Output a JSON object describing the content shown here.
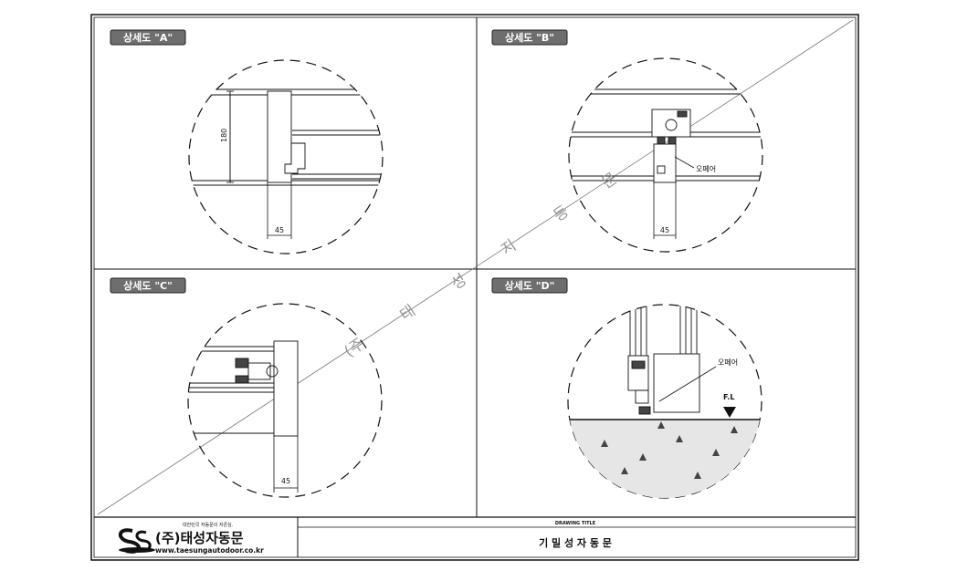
{
  "panels": [
    {
      "label": "상세도 \"A\"",
      "dim_width": "45",
      "dim_height": "180"
    },
    {
      "label": "상세도 \"B\"",
      "dim_width": "45",
      "callout": "오페어"
    },
    {
      "label": "상세도 \"C\"",
      "dim_width": "45"
    },
    {
      "label": "상세도 \"D\"",
      "callout": "오페어",
      "floor_level": "F.L"
    }
  ],
  "watermark": [
    "(주",
    "태",
    "성",
    "자",
    "동",
    "문"
  ],
  "title_block": {
    "company_tagline": "대한민국 자동문의 자존심.",
    "company_name": "(주)태성자동문",
    "website": "www.taesungautodoor.co.kr",
    "drawing_title_label": "DRAWING TITLE",
    "drawing_title": "기 밀 성 자 동 문"
  }
}
